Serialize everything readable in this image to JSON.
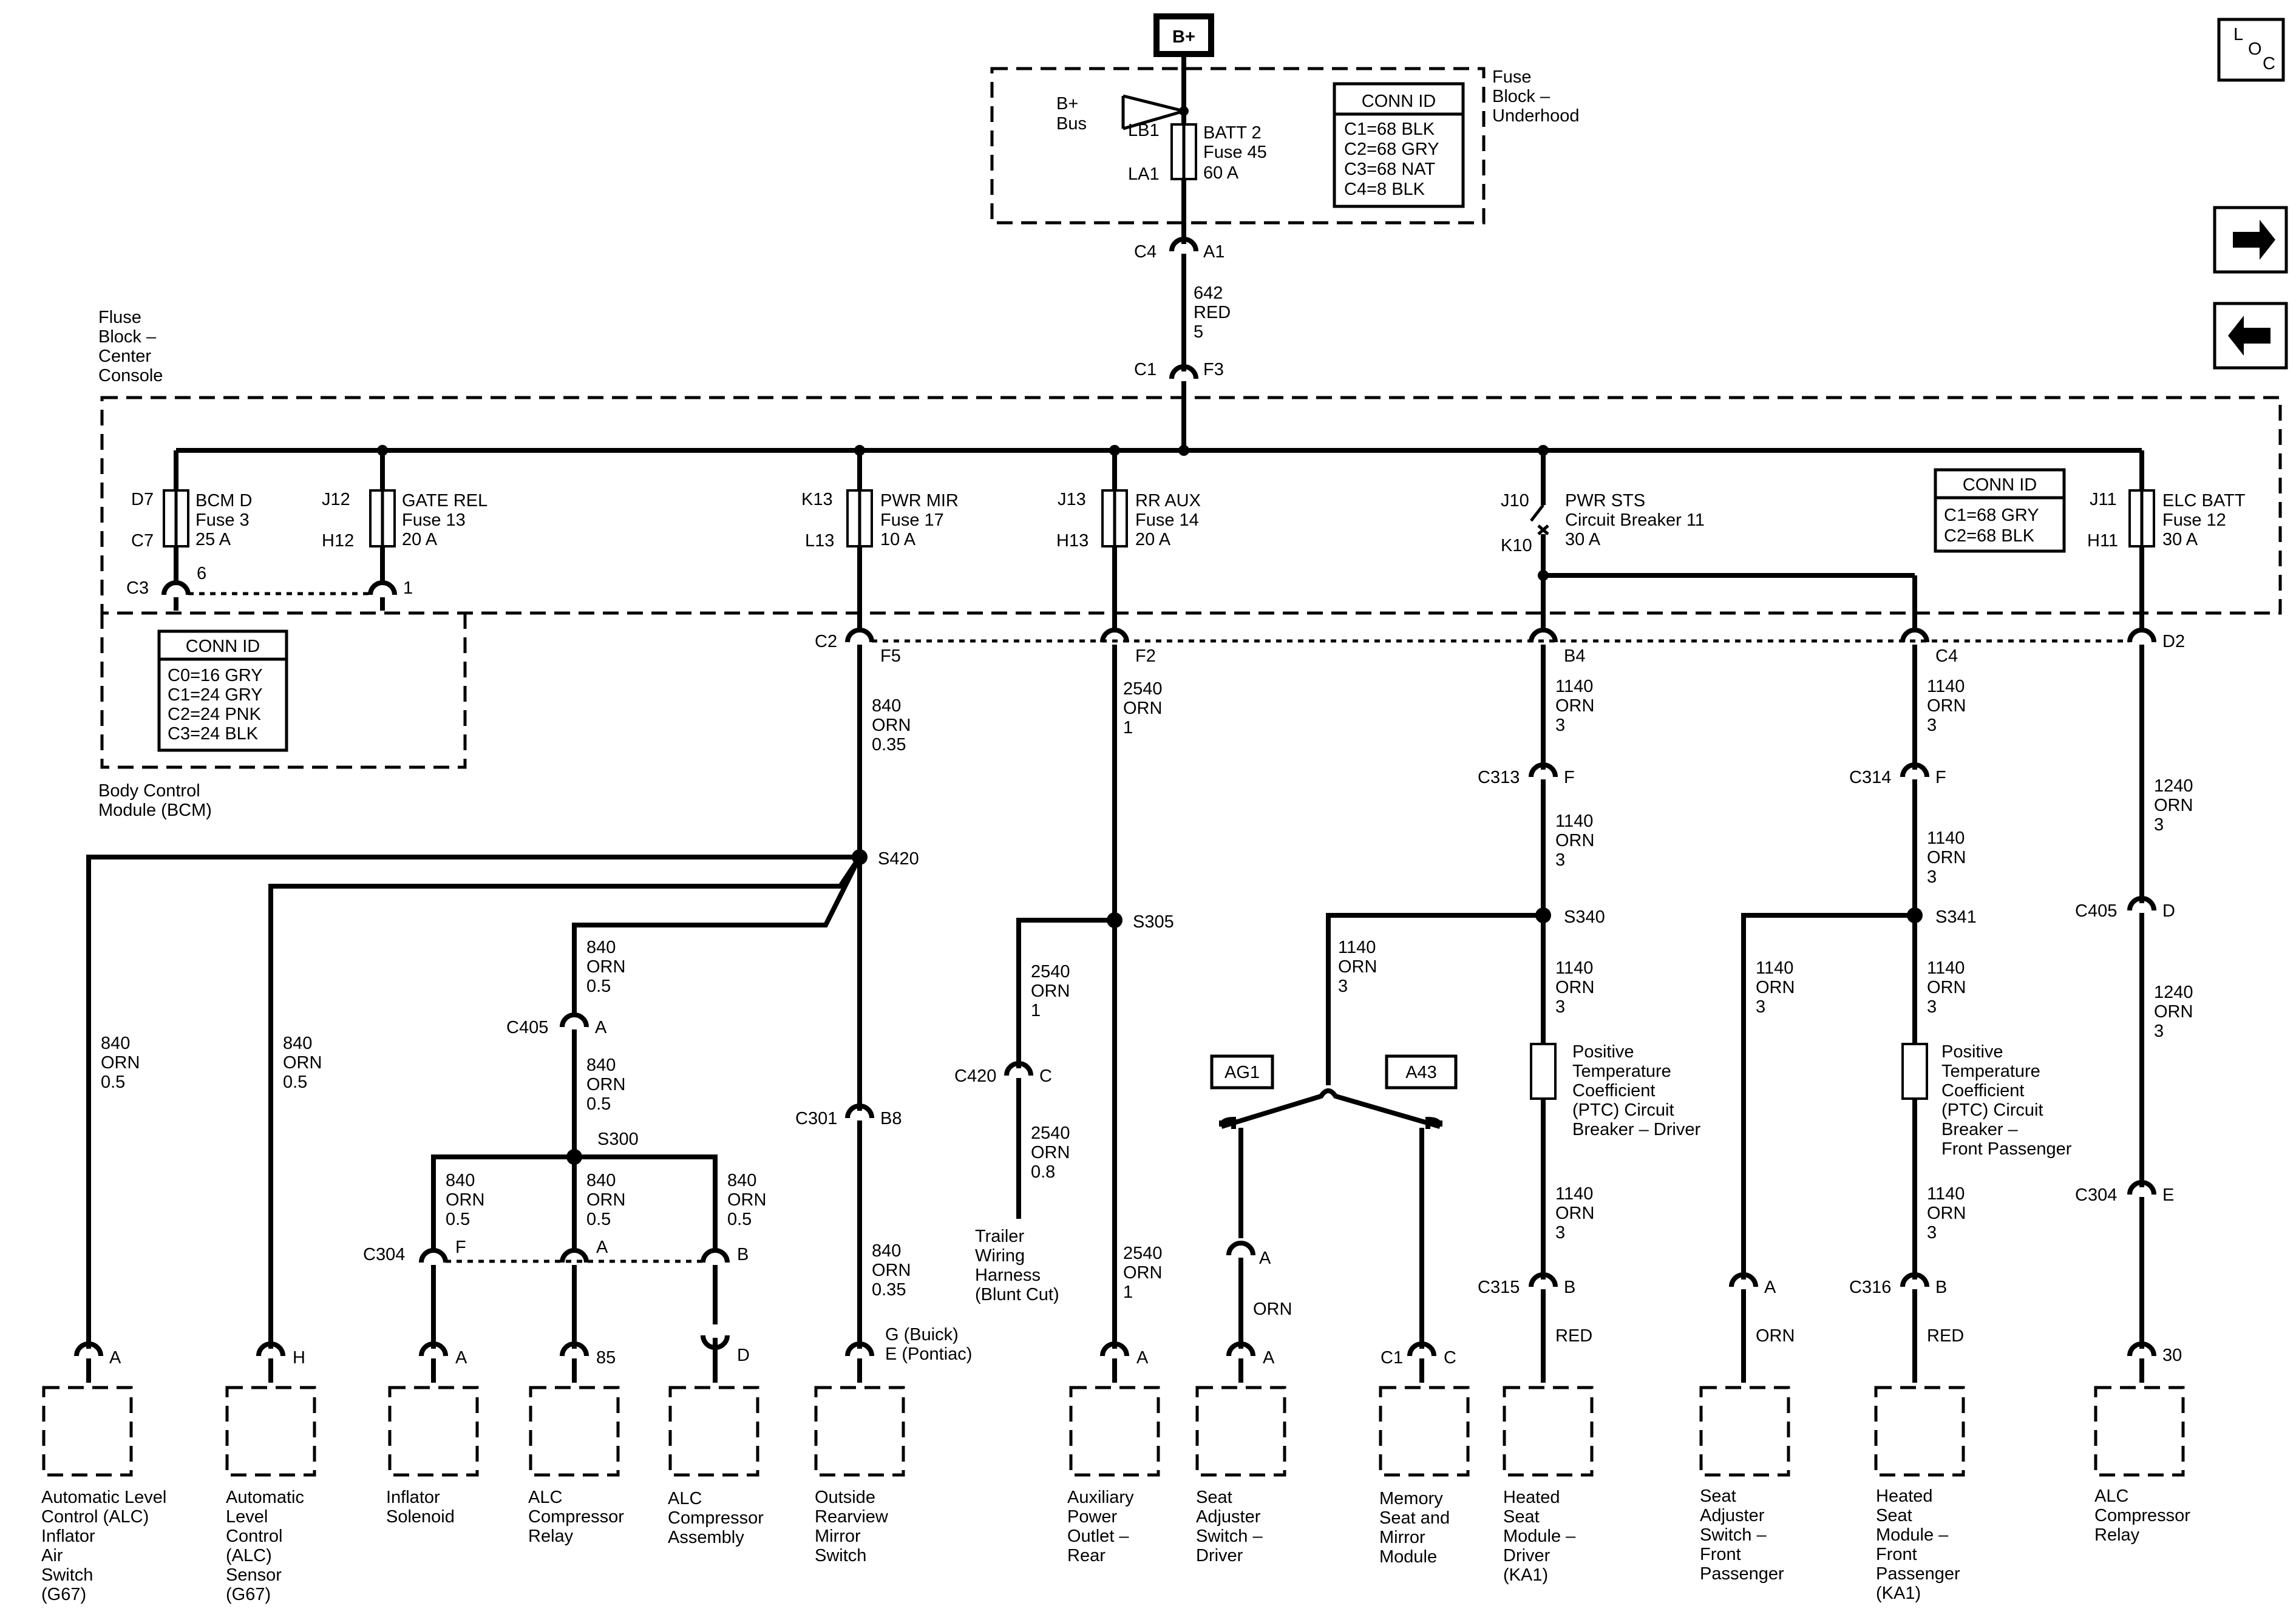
{
  "header": {
    "power_source": "B+",
    "loc_label": [
      "L",
      "O",
      "C"
    ]
  },
  "nav": {
    "next_icon": "arrow-right-icon",
    "prev_icon": "arrow-left-icon"
  },
  "underhood": {
    "title": [
      "Fuse",
      "Block –",
      "Underhood"
    ],
    "bus": [
      "B+",
      "Bus"
    ],
    "pins": [
      "LB1",
      "LA1"
    ],
    "fuse": [
      "BATT 2",
      "Fuse 45",
      "60 A"
    ],
    "conn_id_title": "CONN ID",
    "conn_id": [
      "C1=68 BLK",
      "C2=68 GRY",
      "C3=68 NAT",
      "C4=8 BLK"
    ],
    "out_connector": [
      "C4",
      "A1"
    ]
  },
  "feed_wire": [
    "642",
    "RED",
    "5"
  ],
  "console": {
    "title": [
      "Fluse",
      "Block –",
      "Center",
      "Console"
    ],
    "in_connector": [
      "C1",
      "F3"
    ],
    "conn_id_title": "CONN ID",
    "conn_id": [
      "C1=68 GRY",
      "C2=68 BLK"
    ],
    "fuses": [
      {
        "top": "D7",
        "bottom": "C7",
        "label": [
          "BCM D",
          "Fuse 3",
          "25 A"
        ]
      },
      {
        "top": "J12",
        "bottom": "H12",
        "label": [
          "GATE REL",
          "Fuse 13",
          "20 A"
        ]
      },
      {
        "top": "K13",
        "bottom": "L13",
        "label": [
          "PWR MIR",
          "Fuse 17",
          "10 A"
        ]
      },
      {
        "top": "J13",
        "bottom": "H13",
        "label": [
          "RR AUX",
          "Fuse 14",
          "20 A"
        ]
      },
      {
        "top": "J10",
        "bottom": "K10",
        "label": [
          "PWR STS",
          "Circuit Breaker 11",
          "30 A"
        ]
      },
      {
        "top": "J11",
        "bottom": "H11",
        "label": [
          "ELC BATT",
          "Fuse 12",
          "30 A"
        ]
      }
    ],
    "c3_pins": [
      "C3",
      "6",
      "1"
    ],
    "c2_pins": [
      "C2",
      "F5",
      "F2",
      "B4",
      "C4",
      "D2"
    ]
  },
  "bcm": {
    "title": [
      "Body Control",
      "Module (BCM)"
    ],
    "conn_id_title": "CONN ID",
    "conn_id": [
      "C0=16 GRY",
      "C1=24 GRY",
      "C2=24 PNK",
      "C3=24 BLK"
    ]
  },
  "wires": {
    "w840_main": [
      "840",
      "ORN",
      "0.35"
    ],
    "w840_05": [
      "840",
      "ORN",
      "0.5"
    ],
    "w2540_1": [
      "2540",
      "ORN",
      "1"
    ],
    "w2540_08": [
      "2540",
      "ORN",
      "0.8"
    ],
    "w1140": [
      "1140",
      "ORN",
      "3"
    ],
    "w1240": [
      "1240",
      "ORN",
      "3"
    ],
    "orn": "ORN",
    "red": "RED"
  },
  "splices": [
    "S420",
    "S300",
    "S305",
    "S340",
    "S341"
  ],
  "connectors": {
    "c405a": [
      "C405",
      "A"
    ],
    "c301": [
      "C301",
      "B8"
    ],
    "c304": [
      "C304",
      "F",
      "A",
      "B"
    ],
    "c420": [
      "C420",
      "C"
    ],
    "c313": [
      "C313",
      "F"
    ],
    "c314": [
      "C314",
      "F"
    ],
    "c315": [
      "C315",
      "B"
    ],
    "c316": [
      "C316",
      "B"
    ],
    "c405d": [
      "C405",
      "D"
    ],
    "c304e": [
      "C304",
      "E"
    ],
    "ag1": "AG1",
    "a43": "A43",
    "mirror_pin": [
      "G (Buick)",
      "E (Pontiac)"
    ]
  },
  "ptc": {
    "driver": [
      "Positive",
      "Temperature",
      "Coefficient",
      "(PTC) Circuit",
      "Breaker – Driver"
    ],
    "passenger": [
      "Positive",
      "Temperature",
      "Coefficient",
      "(PTC) Circuit",
      "Breaker –",
      "Front Passenger"
    ]
  },
  "components": [
    {
      "pin": "A",
      "label": [
        "Automatic Level",
        "Control (ALC)",
        "Inflator",
        "Air",
        "Switch",
        "(G67)"
      ]
    },
    {
      "pin": "H",
      "label": [
        "Automatic",
        "Level",
        "Control",
        "(ALC)",
        "Sensor",
        "(G67)"
      ]
    },
    {
      "pin": "A",
      "label": [
        "Inflator",
        "Solenoid"
      ]
    },
    {
      "pin": "85",
      "label": [
        "ALC",
        "Compressor",
        "Relay"
      ]
    },
    {
      "pin": "D",
      "label": [
        "ALC",
        "Compressor",
        "Assembly"
      ]
    },
    {
      "pin": "",
      "label": [
        "Outside",
        "Rearview",
        "Mirror",
        "Switch"
      ]
    },
    {
      "pin": "A",
      "label": [
        "Auxiliary",
        "Power",
        "Outlet –",
        "Rear"
      ]
    },
    {
      "pin": "A",
      "label": [
        "Seat",
        "Adjuster",
        "Switch –",
        "Driver"
      ]
    },
    {
      "pin": "C",
      "label": [
        "Memory",
        "Seat and",
        "Mirror",
        "Module"
      ]
    },
    {
      "pin": "",
      "label": [
        "Heated",
        "Seat",
        "Module –",
        "Driver",
        "(KA1)"
      ]
    },
    {
      "pin": "A",
      "label": [
        "Seat",
        "Adjuster",
        "Switch –",
        "Front",
        "Passenger"
      ]
    },
    {
      "pin": "",
      "label": [
        "Heated",
        "Seat",
        "Module –",
        "Front",
        "Passenger",
        "(KA1)"
      ]
    },
    {
      "pin": "30",
      "label": [
        "ALC",
        "Compressor",
        "Relay"
      ]
    }
  ],
  "seat_switch_pin": "A",
  "memory_conn": "C1"
}
